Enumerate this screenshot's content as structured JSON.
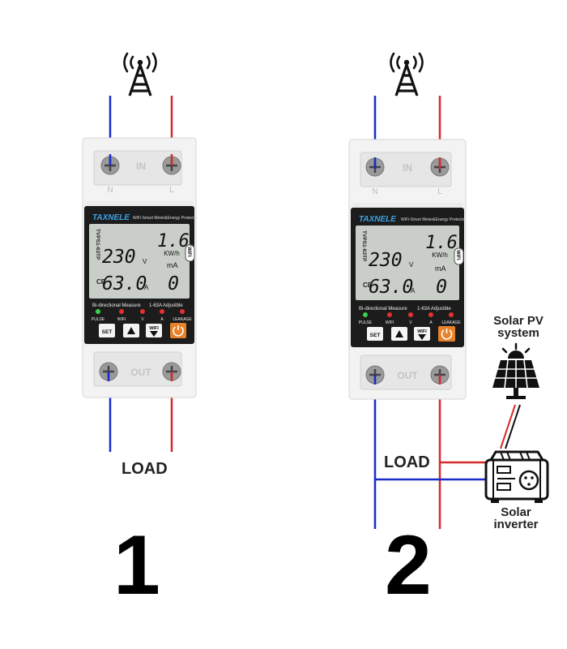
{
  "device": {
    "brand": "TAXNELE",
    "subtitle": "WiFi-Smart Meter&Energy Protector",
    "model": "TVPS1-63TP",
    "terminal_in": "IN",
    "terminal_out": "OUT",
    "terminal_n": "N",
    "terminal_l": "L",
    "voltage": "230",
    "voltage_unit": "V",
    "current": "63.0",
    "current_unit": "A",
    "energy": "1.6",
    "energy_unit": "KW/h",
    "leak_unit": "mA",
    "leak_value": "0",
    "wifi_badge": "WiFi",
    "ce_mark": "CE",
    "footer_left": "Bi-directional Measure",
    "footer_right": "1-63A  Adjustble",
    "indicators": [
      "PULSE",
      "WIFI",
      "V",
      "A",
      "LEAKAGE"
    ],
    "btn_set": "SET",
    "btn_wifi": "WIFI"
  },
  "diagram1": {
    "number": "1",
    "load_label": "LOAD"
  },
  "diagram2": {
    "number": "2",
    "load_label": "LOAD",
    "solar_pv_line1": "Solar PV",
    "solar_pv_line2": "system",
    "inverter_line1": "Solar",
    "inverter_line2": "inverter"
  },
  "colors": {
    "neutral_wire": "#1a2bc8",
    "live_wire": "#d42a2a",
    "screen": "#c9cfc8",
    "panel": "#1c1c1c",
    "power_button": "#e8822a"
  }
}
